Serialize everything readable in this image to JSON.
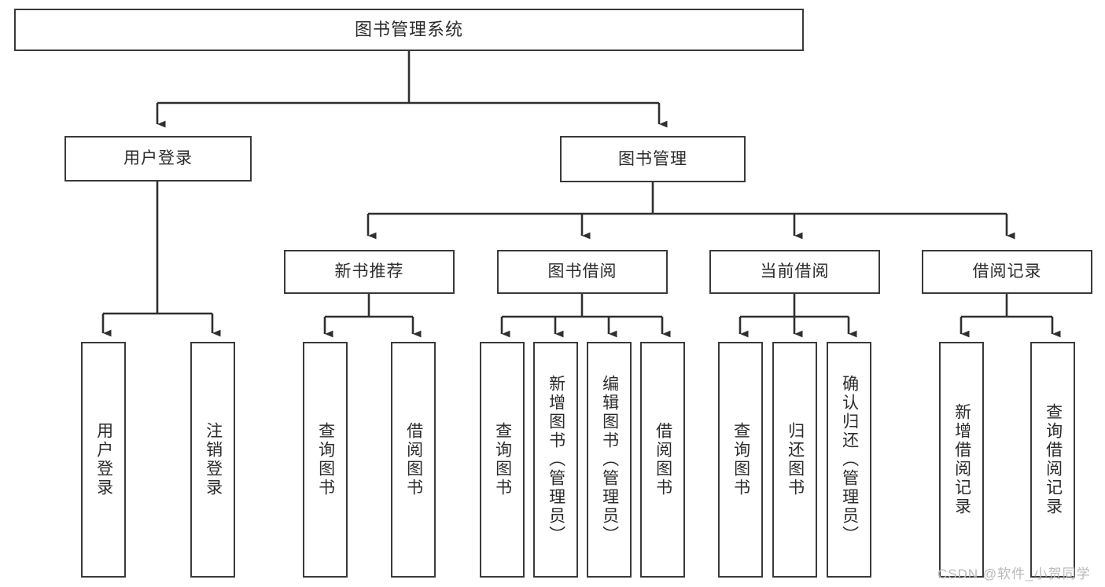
{
  "diagram": {
    "title": "图书管理系统",
    "type": "tree-structure-chart",
    "stroke_color": "#3a3a3a",
    "background_color": "#ffffff",
    "text_color": "#2b2b2b"
  },
  "root": {
    "label": "图书管理系统"
  },
  "level2": [
    {
      "label": "用户登录"
    },
    {
      "label": "图书管理"
    }
  ],
  "level3": [
    {
      "label": "新书推荐"
    },
    {
      "label": "图书借阅"
    },
    {
      "label": "当前借阅"
    },
    {
      "label": "借阅记录"
    }
  ],
  "leaves": {
    "user_login": [
      {
        "label": "用户登录"
      },
      {
        "label": "注销登录"
      }
    ],
    "new_book_recommend": [
      {
        "label": "查询图书"
      },
      {
        "label": "借阅图书"
      }
    ],
    "book_borrow": [
      {
        "label": "查询图书"
      },
      {
        "label": "新增图书（管理员）"
      },
      {
        "label": "编辑图书（管理员）"
      },
      {
        "label": "借阅图书"
      }
    ],
    "current_borrow": [
      {
        "label": "查询图书"
      },
      {
        "label": "归还图书"
      },
      {
        "label": "确认归还（管理员）"
      }
    ],
    "borrow_record": [
      {
        "label": "新增借阅记录"
      },
      {
        "label": "查询借阅记录"
      }
    ]
  },
  "watermark": {
    "text": "CSDN @软件_小贺同学"
  },
  "chart_data": {
    "type": "table",
    "title": "图书管理系统",
    "nodes": [
      {
        "id": "root",
        "label": "图书管理系统",
        "level": 1,
        "parent": null
      },
      {
        "id": "user-login",
        "label": "用户登录",
        "level": 2,
        "parent": "root"
      },
      {
        "id": "book-manage",
        "label": "图书管理",
        "level": 2,
        "parent": "root"
      },
      {
        "id": "leaf-user-login",
        "label": "用户登录",
        "level": 3,
        "parent": "user-login"
      },
      {
        "id": "leaf-logout",
        "label": "注销登录",
        "level": 3,
        "parent": "user-login"
      },
      {
        "id": "new-book",
        "label": "新书推荐",
        "level": 3,
        "parent": "book-manage"
      },
      {
        "id": "book-borrow",
        "label": "图书借阅",
        "level": 3,
        "parent": "book-manage"
      },
      {
        "id": "current-borrow",
        "label": "当前借阅",
        "level": 3,
        "parent": "book-manage"
      },
      {
        "id": "borrow-record",
        "label": "借阅记录",
        "level": 3,
        "parent": "book-manage"
      },
      {
        "id": "nb-query",
        "label": "查询图书",
        "level": 4,
        "parent": "new-book"
      },
      {
        "id": "nb-borrow",
        "label": "借阅图书",
        "level": 4,
        "parent": "new-book"
      },
      {
        "id": "bb-query",
        "label": "查询图书",
        "level": 4,
        "parent": "book-borrow"
      },
      {
        "id": "bb-add",
        "label": "新增图书（管理员）",
        "level": 4,
        "parent": "book-borrow"
      },
      {
        "id": "bb-edit",
        "label": "编辑图书（管理员）",
        "level": 4,
        "parent": "book-borrow"
      },
      {
        "id": "bb-borrow",
        "label": "借阅图书",
        "level": 4,
        "parent": "book-borrow"
      },
      {
        "id": "cb-query",
        "label": "查询图书",
        "level": 4,
        "parent": "current-borrow"
      },
      {
        "id": "cb-return",
        "label": "归还图书",
        "level": 4,
        "parent": "current-borrow"
      },
      {
        "id": "cb-confirm",
        "label": "确认归还（管理员）",
        "level": 4,
        "parent": "current-borrow"
      },
      {
        "id": "br-add",
        "label": "新增借阅记录",
        "level": 4,
        "parent": "borrow-record"
      },
      {
        "id": "br-query",
        "label": "查询借阅记录",
        "level": 4,
        "parent": "borrow-record"
      }
    ]
  }
}
